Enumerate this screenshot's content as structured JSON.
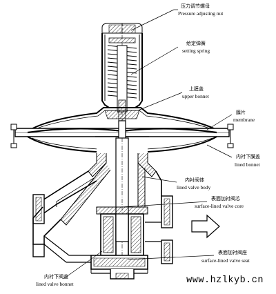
{
  "labels": {
    "pressure_nut": {
      "zh": "压力调节螺母",
      "en": "Pressure adjusting nut"
    },
    "setting_spring": {
      "zh": "给定弹簧",
      "en": "setting spring"
    },
    "upper_bonnet": {
      "zh": "上膜盖",
      "en": "upper bonnet"
    },
    "membrane": {
      "zh": "膜片",
      "en": "membrane"
    },
    "lined_bonnet": {
      "zh": "内衬下膜盖",
      "en": "lined bonnet"
    },
    "lined_valve_body": {
      "zh": "内衬阀体",
      "en": "lined valve body"
    },
    "valve_core": {
      "zh": "表面加衬阀芯",
      "en": "surface-lined valve core"
    },
    "valve_seat": {
      "zh": "表面加衬阀座",
      "en": "surface-lined valve seat"
    },
    "lined_valve_bonnet": {
      "zh": "内衬下阀盖",
      "en": "lined valve bonnet"
    }
  },
  "website": "www.hzlkyb.cn",
  "colors": {
    "line": "#000000",
    "background": "#ffffff"
  },
  "icons": {
    "flow_arrow": "flow-direction-arrow"
  }
}
